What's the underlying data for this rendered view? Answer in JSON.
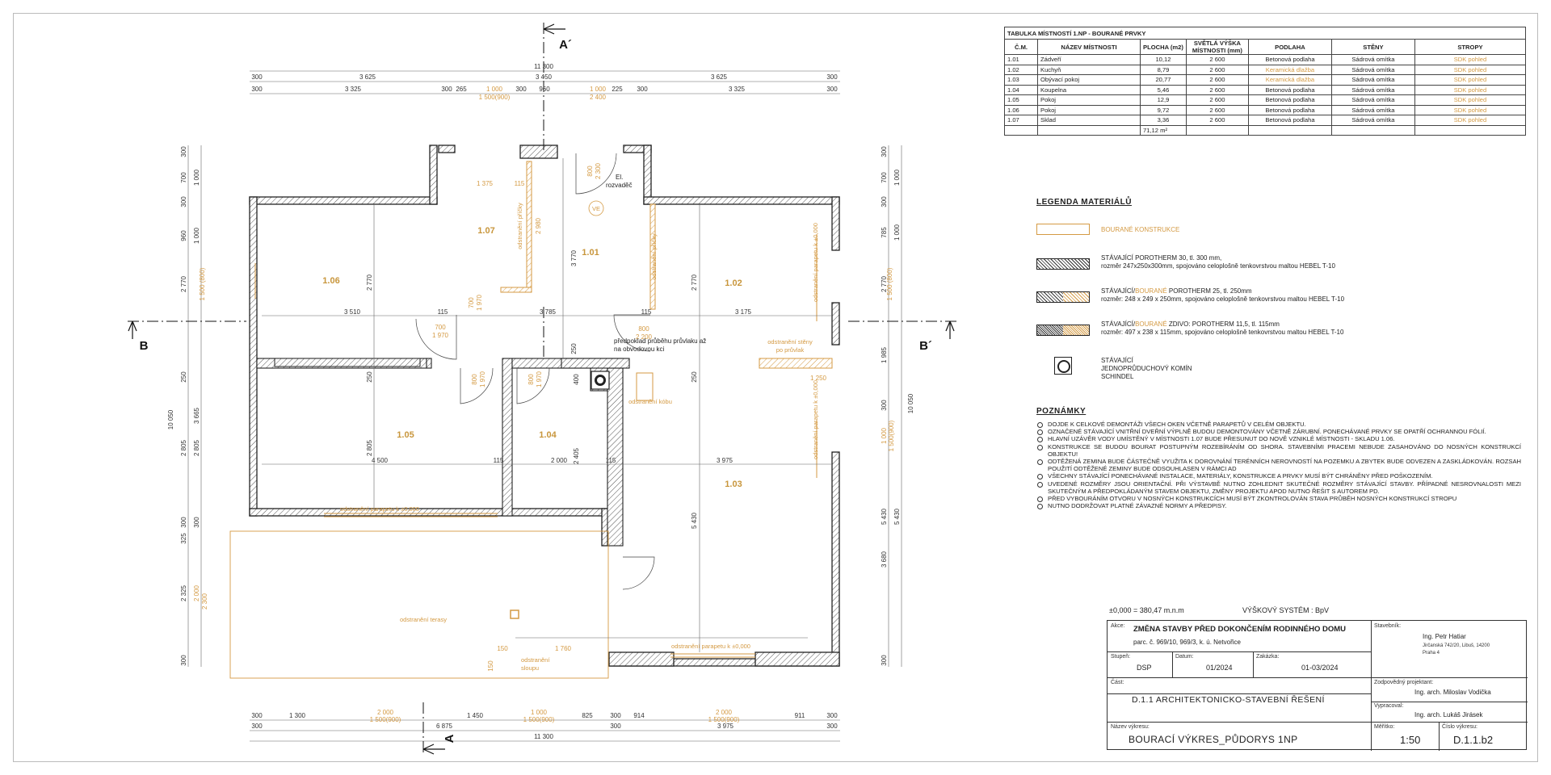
{
  "colors": {
    "demolished": "#d49a43",
    "wall": "#222222"
  },
  "rooms": [
    {
      "num": "1.01",
      "name": "Zádveří",
      "area": "10,12",
      "height": "2 600",
      "floor": "Betonová podlaha",
      "walls": "Sádrová omítka",
      "ceiling": "SDK pohled",
      "floor_demolished": false
    },
    {
      "num": "1.02",
      "name": "Kuchyň",
      "area": "8,79",
      "height": "2 600",
      "floor": "Keramická dlažba",
      "walls": "Sádrová omítka",
      "ceiling": "SDK pohled",
      "floor_demolished": true
    },
    {
      "num": "1.03",
      "name": "Obývací pokoj",
      "area": "20,77",
      "height": "2 600",
      "floor": "Keramická dlažba",
      "walls": "Sádrová omítka",
      "ceiling": "SDK pohled",
      "floor_demolished": true
    },
    {
      "num": "1.04",
      "name": "Koupelna",
      "area": "5,46",
      "height": "2 600",
      "floor": "Betonová podlaha",
      "walls": "Sádrová omítka",
      "ceiling": "SDK pohled",
      "floor_demolished": false
    },
    {
      "num": "1.05",
      "name": "Pokoj",
      "area": "12,9",
      "height": "2 600",
      "floor": "Betonová podlaha",
      "walls": "Sádrová omítka",
      "ceiling": "SDK pohled",
      "floor_demolished": false
    },
    {
      "num": "1.06",
      "name": "Pokoj",
      "area": "9,72",
      "height": "2 600",
      "floor": "Betonová podlaha",
      "walls": "Sádrová omítka",
      "ceiling": "SDK pohled",
      "floor_demolished": false
    },
    {
      "num": "1.07",
      "name": "Sklad",
      "area": "3,36",
      "height": "2 600",
      "floor": "Betonová podlaha",
      "walls": "Sádrová omítka",
      "ceiling": "SDK pohled",
      "floor_demolished": false
    }
  ],
  "table": {
    "title": "TABULKA MÍSTNOSTÍ 1.NP - BOURANÉ PRVKY",
    "headers": {
      "num": "Č.M.",
      "name": "NÁZEV MÍSTNOSTI",
      "area": "PLOCHA (m2)",
      "height": "SVĚTLÁ VÝŠKA MÍSTNOSTI (mm)",
      "floor": "PODLAHA",
      "walls": "STĚNY",
      "ceiling": "STROPY"
    },
    "total_area": "71,12 m²"
  },
  "legend": {
    "title": "LEGENDA MATERIÁLŮ",
    "items": [
      {
        "a": "BOURANÉ KONSTRUKCE",
        "b": "",
        "c": "",
        "d": ""
      },
      {
        "a": "STÁVAJÍCÍ POROTHERM 30, tl. 300 mm,",
        "b": "",
        "c": "",
        "d": "rozměr 247x250x300mm, spojováno celoplošně tenkovrstvou maltou HEBEL T-10"
      },
      {
        "a": "STÁVAJÍCÍ/",
        "b": "BOURANÉ",
        "c": " POROTHERM 25, tl. 250mm",
        "d": "rozměr: 248 x 249 x 250mm, spojováno celoplošně tenkovrstvou maltou HEBEL T-10"
      },
      {
        "a": "STÁVAJÍCÍ/",
        "b": "BOURANÉ",
        "c": " ZDIVO: POROTHERM 11,5, tl. 115mm",
        "d": "rozměr: 497 x 238 x 115mm, spojováno celoplošně tenkovrstvou maltou HEBEL T-10"
      },
      {
        "a": "STÁVAJÍCÍ",
        "b": "",
        "c": "",
        "d": "JEDNOPRŮDUCHOVÝ KOMÍN SCHINDEL"
      }
    ]
  },
  "notes": {
    "title": "POZNÁMKY",
    "items": [
      "DOJDE K CELKOVÉ DEMONTÁŽI VŠECH OKEN VČETNĚ PARAPETŮ V CELÉM OBJEKTU.",
      "OZNAČENÉ STÁVAJÍCÍ VNITŘNÍ DVEŘNÍ VÝPLNĚ BUDOU DEMONTOVÁNY VČETNĚ ZÁRUBNÍ. PONECHÁVANÉ PRVKY SE OPATŘÍ OCHRANNOU FÓLIÍ.",
      "HLAVNÍ UZÁVĚR VODY UMÍSTĚNÝ V MÍSTNOSTI 1.07 BUDE PŘESUNUT DO NOVĚ VZNIKLÉ MÍSTNOSTI - SKLADU 1.06.",
      "KONSTRUKCE SE BUDOU BOURAT POSTUPNÝM ROZEBÍRÁNÍM OD SHORA. STAVEBNÍMI PRACEMI NEBUDE ZASAHOVÁNO DO NOSNÝCH KONSTRUKCÍ OBJEKTU!",
      "ODTĚŽENÁ ZEMINA BUDE ČÁSTEČNĚ VYUŽITA K DOROVNÁNÍ TERÉNNÍCH NEROVNOSTÍ NA POZEMKU A ZBYTEK BUDE ODVEZEN A ZASKLÁDKOVÁN. ROZSAH POUŽITÍ ODTĚŽENÉ ZEMINY BUDE ODSOUHLASEN V RÁMCI AD",
      "VŠECHNY STÁVAJÍCÍ PONECHÁVANÉ INSTALACE, MATERIÁLY, KONSTRUKCE A PRVKY MUSÍ BÝT CHRÁNĚNY PŘED POŠKOZENÍM.",
      "UVEDENÉ ROZMĚRY JSOU ORIENTAČNÍ. PŘI VÝSTAVBĚ NUTNO ZOHLEDNIT SKUTEČNÉ ROZMĚRY STÁVAJÍCÍ STAVBY. PŘÍPADNÉ NESROVNALOSTI MEZI SKUTEČNÝM A PŘEDPOKLÁDANÝM STAVEM OBJEKTU, ZMĚNY PROJEKTU APOD NUTNO ŘEŠIT S AUTOREM PD.",
      "PŘED VYBOURÁNÍM OTVORU V NOSNÝCH KONSTRUKCÍCH MUSÍ BÝT ZKONTROLOVÁN STAVA PRŮBĚH NOSNÝCH KONSTRUKCÍ STROPU",
      "NUTNO DODRŽOVAT PLATNÉ ZÁVAZNÉ NORMY A PŘEDPISY."
    ]
  },
  "level": {
    "zero": "±0,000 = 380,47 m.n.m",
    "system": "VÝŠKOVÝ SYSTÉM : BpV"
  },
  "titleblock": {
    "akce_label": "Akce:",
    "akce": "ZMĚNA STAVBY PŘED DOKONČENÍM RODINNÉHO DOMU",
    "parcel": "parc. č. 969/10, 969/3, k. ú. Netvořice",
    "stavebnik_label": "Stavebník:",
    "stavebnik": "Ing. Petr Hatiar",
    "address1": "Jirčanská 742/20, Libuš, 14200",
    "address2": "Praha 4",
    "stupen_label": "Stupeň:",
    "stupen": "DSP",
    "datum_label": "Datum:",
    "datum": "01/2024",
    "zakazka_label": "Zakázka:",
    "zakazka": "01-03/2024",
    "cast_label": "Část:",
    "cast": "D.1.1 ARCHITEKTONICKO-STAVEBNÍ ŘEŠENÍ",
    "projektant_label": "Zodpovědný projektant:",
    "projektant": "Ing. arch. Miloslav Vodička",
    "vypracoval_label": "Vypracoval:",
    "vypracoval": "Ing. arch. Lukáš Jirásek",
    "nazev_label": "Název výkresu:",
    "nazev": "BOURACÍ VÝKRES_PŮDORYS 1NP",
    "meritko_label": "Měřítko:",
    "meritko": "1:50",
    "cislo_label": "Číslo výkresu:",
    "cislo": "D.1.1.b2"
  },
  "plan": {
    "room_labels": {
      "r101": "1.01",
      "r102": "1.02",
      "r103": "1.03",
      "r104": "1.04",
      "r105": "1.05",
      "r106": "1.06",
      "r107": "1.07"
    },
    "section_labels": {
      "a": "A",
      "a2": "A´",
      "b": "B",
      "b2": "B´"
    },
    "top_dims": {
      "overall": "11 300",
      "row1": [
        "300",
        "3 625",
        "3 450",
        "3 625",
        "300"
      ],
      "row2": [
        "300",
        "3 325",
        "300",
        "265",
        "1 000",
        "1 500(900)",
        "300",
        "960",
        "1 000",
        "2 400",
        "225",
        "300",
        "3 325",
        "300"
      ]
    },
    "bottom_dims": {
      "overall": "11 300",
      "row1": [
        "300",
        "1 300",
        "2 000",
        "1 500(900)",
        "1 450",
        "1 000",
        "1 500(900)",
        "825",
        "300",
        "914",
        "2 000",
        "1 500(900)",
        "911",
        "300"
      ],
      "row2": [
        "300",
        "6 875",
        "300",
        "3 975",
        "300"
      ]
    },
    "left_dims": {
      "overall": "10 050",
      "row1": [
        "300",
        "700",
        "300",
        "960",
        "2 770",
        "250",
        "2 805",
        "300",
        "325",
        "2 325",
        "300"
      ],
      "row2": [
        "1 000",
        "1 000",
        "1 500 (800)",
        "3 665",
        "2 805",
        "300",
        "2 000",
        "2 300"
      ]
    },
    "right_dims": {
      "overall": "10 050",
      "row1": [
        "300",
        "700",
        "300",
        "785",
        "2 770",
        "1 985",
        "300",
        "5 430",
        "3 680",
        "300"
      ],
      "row2": [
        "1 000",
        "1 000",
        "1 500 (800)",
        "1 000",
        "1 500(900)",
        "5 430"
      ]
    },
    "inner_dims": {
      "d3510": "3 510",
      "d115a": "115",
      "d3785": "3 785",
      "d115b": "115",
      "d3175": "3 175",
      "d2770a": "2 770",
      "d3770": "3 770",
      "d2770b": "2 770",
      "d250a": "250",
      "d250b": "250",
      "d250c": "250",
      "d2805": "2 805",
      "d4500": "4 500",
      "d115c": "115",
      "d2000": "2 000",
      "d115d": "115",
      "d3975": "3 975",
      "d2405": "2 405",
      "d400": "400",
      "d5430": "5 430",
      "d1375": "1 375",
      "d115e": "115",
      "d2980": "2 980",
      "d1250": "1 250",
      "d1760": "1 760",
      "d150a": "150",
      "d150b": "150"
    },
    "door_dims": {
      "a": "700",
      "a2": "1 970",
      "b": "700",
      "b2": "1 970",
      "c": "800",
      "c2": "2 200",
      "d": "800",
      "d2": "1 970",
      "e": "800",
      "e2": "1 970",
      "f": "800",
      "f2": "2 300"
    },
    "annotations": {
      "el": "El.",
      "rozvadec": "rozvaděč",
      "ve": "VE",
      "pricky1": "odstranění příčky",
      "pricky2": "odstranění příčky",
      "parapet1": "odstranění parapetu k ±0,000",
      "parapet2": "odstranění parapetu k ±0,000",
      "parapet3": "odstranění parapetu k ±0,000",
      "parapet4": "odstranění parapetu k ±0,000",
      "pruvlak1": "předpoklad průběhu průvlaku až",
      "pruvlak2": "na obvodovou kci",
      "steny1": "odstranění stěny",
      "steny2": "po průvlak",
      "kout": "odstranění kóbu",
      "terasa": "odstranění terasy",
      "sloup1": "odstranění",
      "sloup2": "sloupu"
    }
  }
}
